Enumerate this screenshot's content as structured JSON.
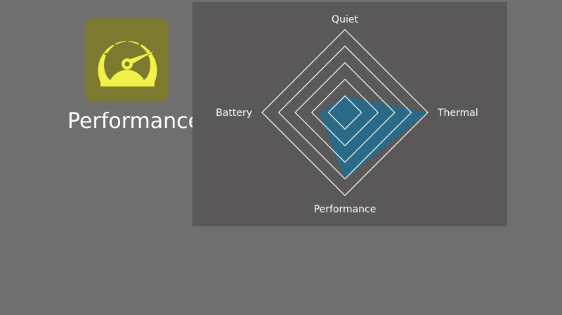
{
  "mode": {
    "label": "Performance",
    "icon": "speedometer-icon",
    "tile_color": "#7c7a2e",
    "icon_color": "#f2f14a"
  },
  "radar": {
    "axes": [
      {
        "label": "Quiet",
        "value": 0.2
      },
      {
        "label": "Thermal",
        "value": 1.0
      },
      {
        "label": "Performance",
        "value": 0.8
      },
      {
        "label": "Battery",
        "value": 0.3
      }
    ],
    "rings": 5,
    "fill_color": "#2a6a86",
    "line_color": "#ffffff"
  }
}
